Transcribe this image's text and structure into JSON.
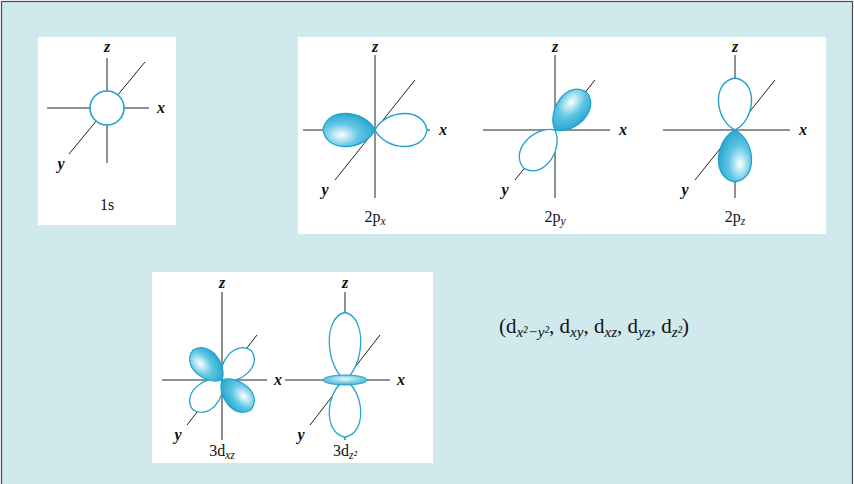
{
  "diagram": {
    "nodes": [
      {
        "text": [
          "(dx²−y², dxy, dxz, dyz, dz²)"
        ]
      },
      {
        "text": [
          "z",
          "x",
          "y",
          "1s"
        ],
        "in": 0
      },
      {
        "text": [
          "z",
          "x",
          "y",
          "2px",
          "z",
          "x",
          "y",
          "2py",
          "z",
          "x",
          "y",
          "2pz"
        ],
        "in": 0
      },
      {
        "text": [
          "z",
          "x",
          "y",
          "3dxz",
          "z",
          "x",
          "y",
          "3dz²"
        ],
        "in": 0
      }
    ]
  }
}
